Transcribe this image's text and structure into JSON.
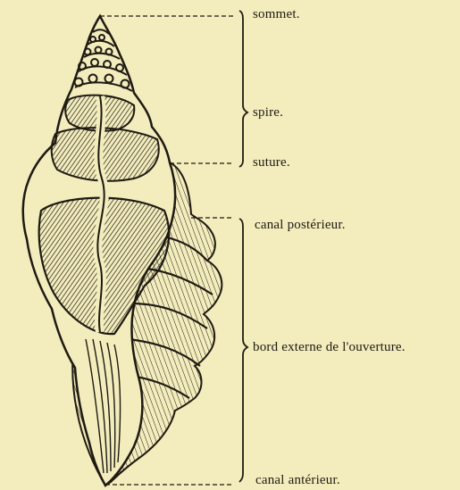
{
  "diagram": {
    "subject": "shell",
    "labels": {
      "apex": "sommet.",
      "spire": "spire.",
      "suture": "suture.",
      "posterior_canal": "canal postérieur.",
      "outer_lip": "bord externe de l'ouverture.",
      "anterior_canal": "canal antérieur."
    },
    "colors": {
      "paper": "#f3ecbd",
      "ink": "#1e1a12"
    }
  }
}
